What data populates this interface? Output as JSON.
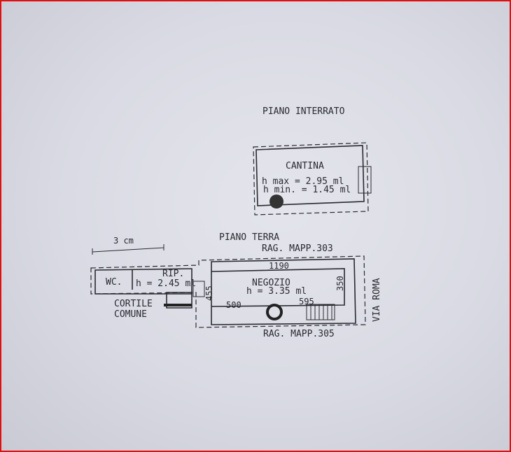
{
  "basement": {
    "title": "PIANO INTERRATO",
    "room": "CANTINA",
    "h_max": "h max = 2.95 ml",
    "h_min": "h min. = 1.45 ml"
  },
  "ground_floor": {
    "title": "PIANO TERRA",
    "scale_note": "3 cm",
    "neighbor_top": "RAG. MAPP.303",
    "neighbor_bottom": "RAG. MAPP.305",
    "street": "VIA ROMA",
    "wc": "WC.",
    "storage": "RIP.",
    "storage_height": "h = 2.45 ml",
    "courtyard_line1": "CORTILE",
    "courtyard_line2": "COMUNE",
    "shop": "NEGOZIO",
    "shop_height": "h = 3.35 ml",
    "dim_length": "1190",
    "dim_width": "455",
    "dim_right": "350",
    "dim_left_part": "500",
    "dim_right_part": "595"
  }
}
